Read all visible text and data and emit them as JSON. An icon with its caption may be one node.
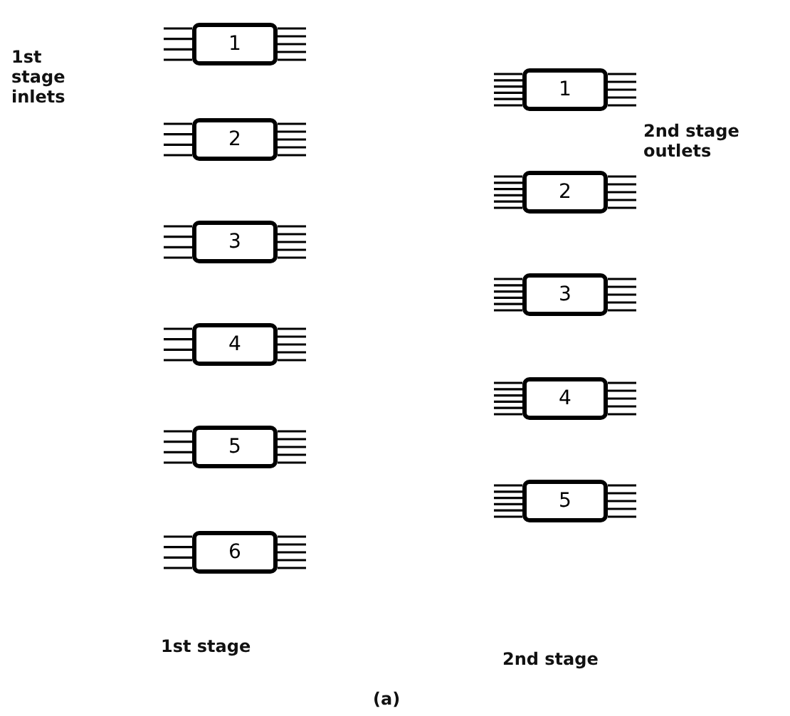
{
  "diagram": {
    "caption": "(a)",
    "nodes": [
      {
        "text": [
          "1"
        ]
      },
      {
        "text": [
          "2"
        ]
      },
      {
        "text": [
          "3"
        ]
      },
      {
        "text": [
          "4"
        ]
      },
      {
        "text": [
          "5"
        ]
      },
      {
        "text": [
          "6"
        ]
      },
      {
        "text": [
          "1"
        ]
      },
      {
        "text": [
          "2"
        ]
      },
      {
        "text": [
          "3"
        ]
      },
      {
        "text": [
          "4"
        ]
      },
      {
        "text": [
          "5"
        ]
      }
    ],
    "labels": [
      "1st stage inlets",
      "2nd stage outlets",
      "1st stage",
      "2nd stage"
    ]
  }
}
